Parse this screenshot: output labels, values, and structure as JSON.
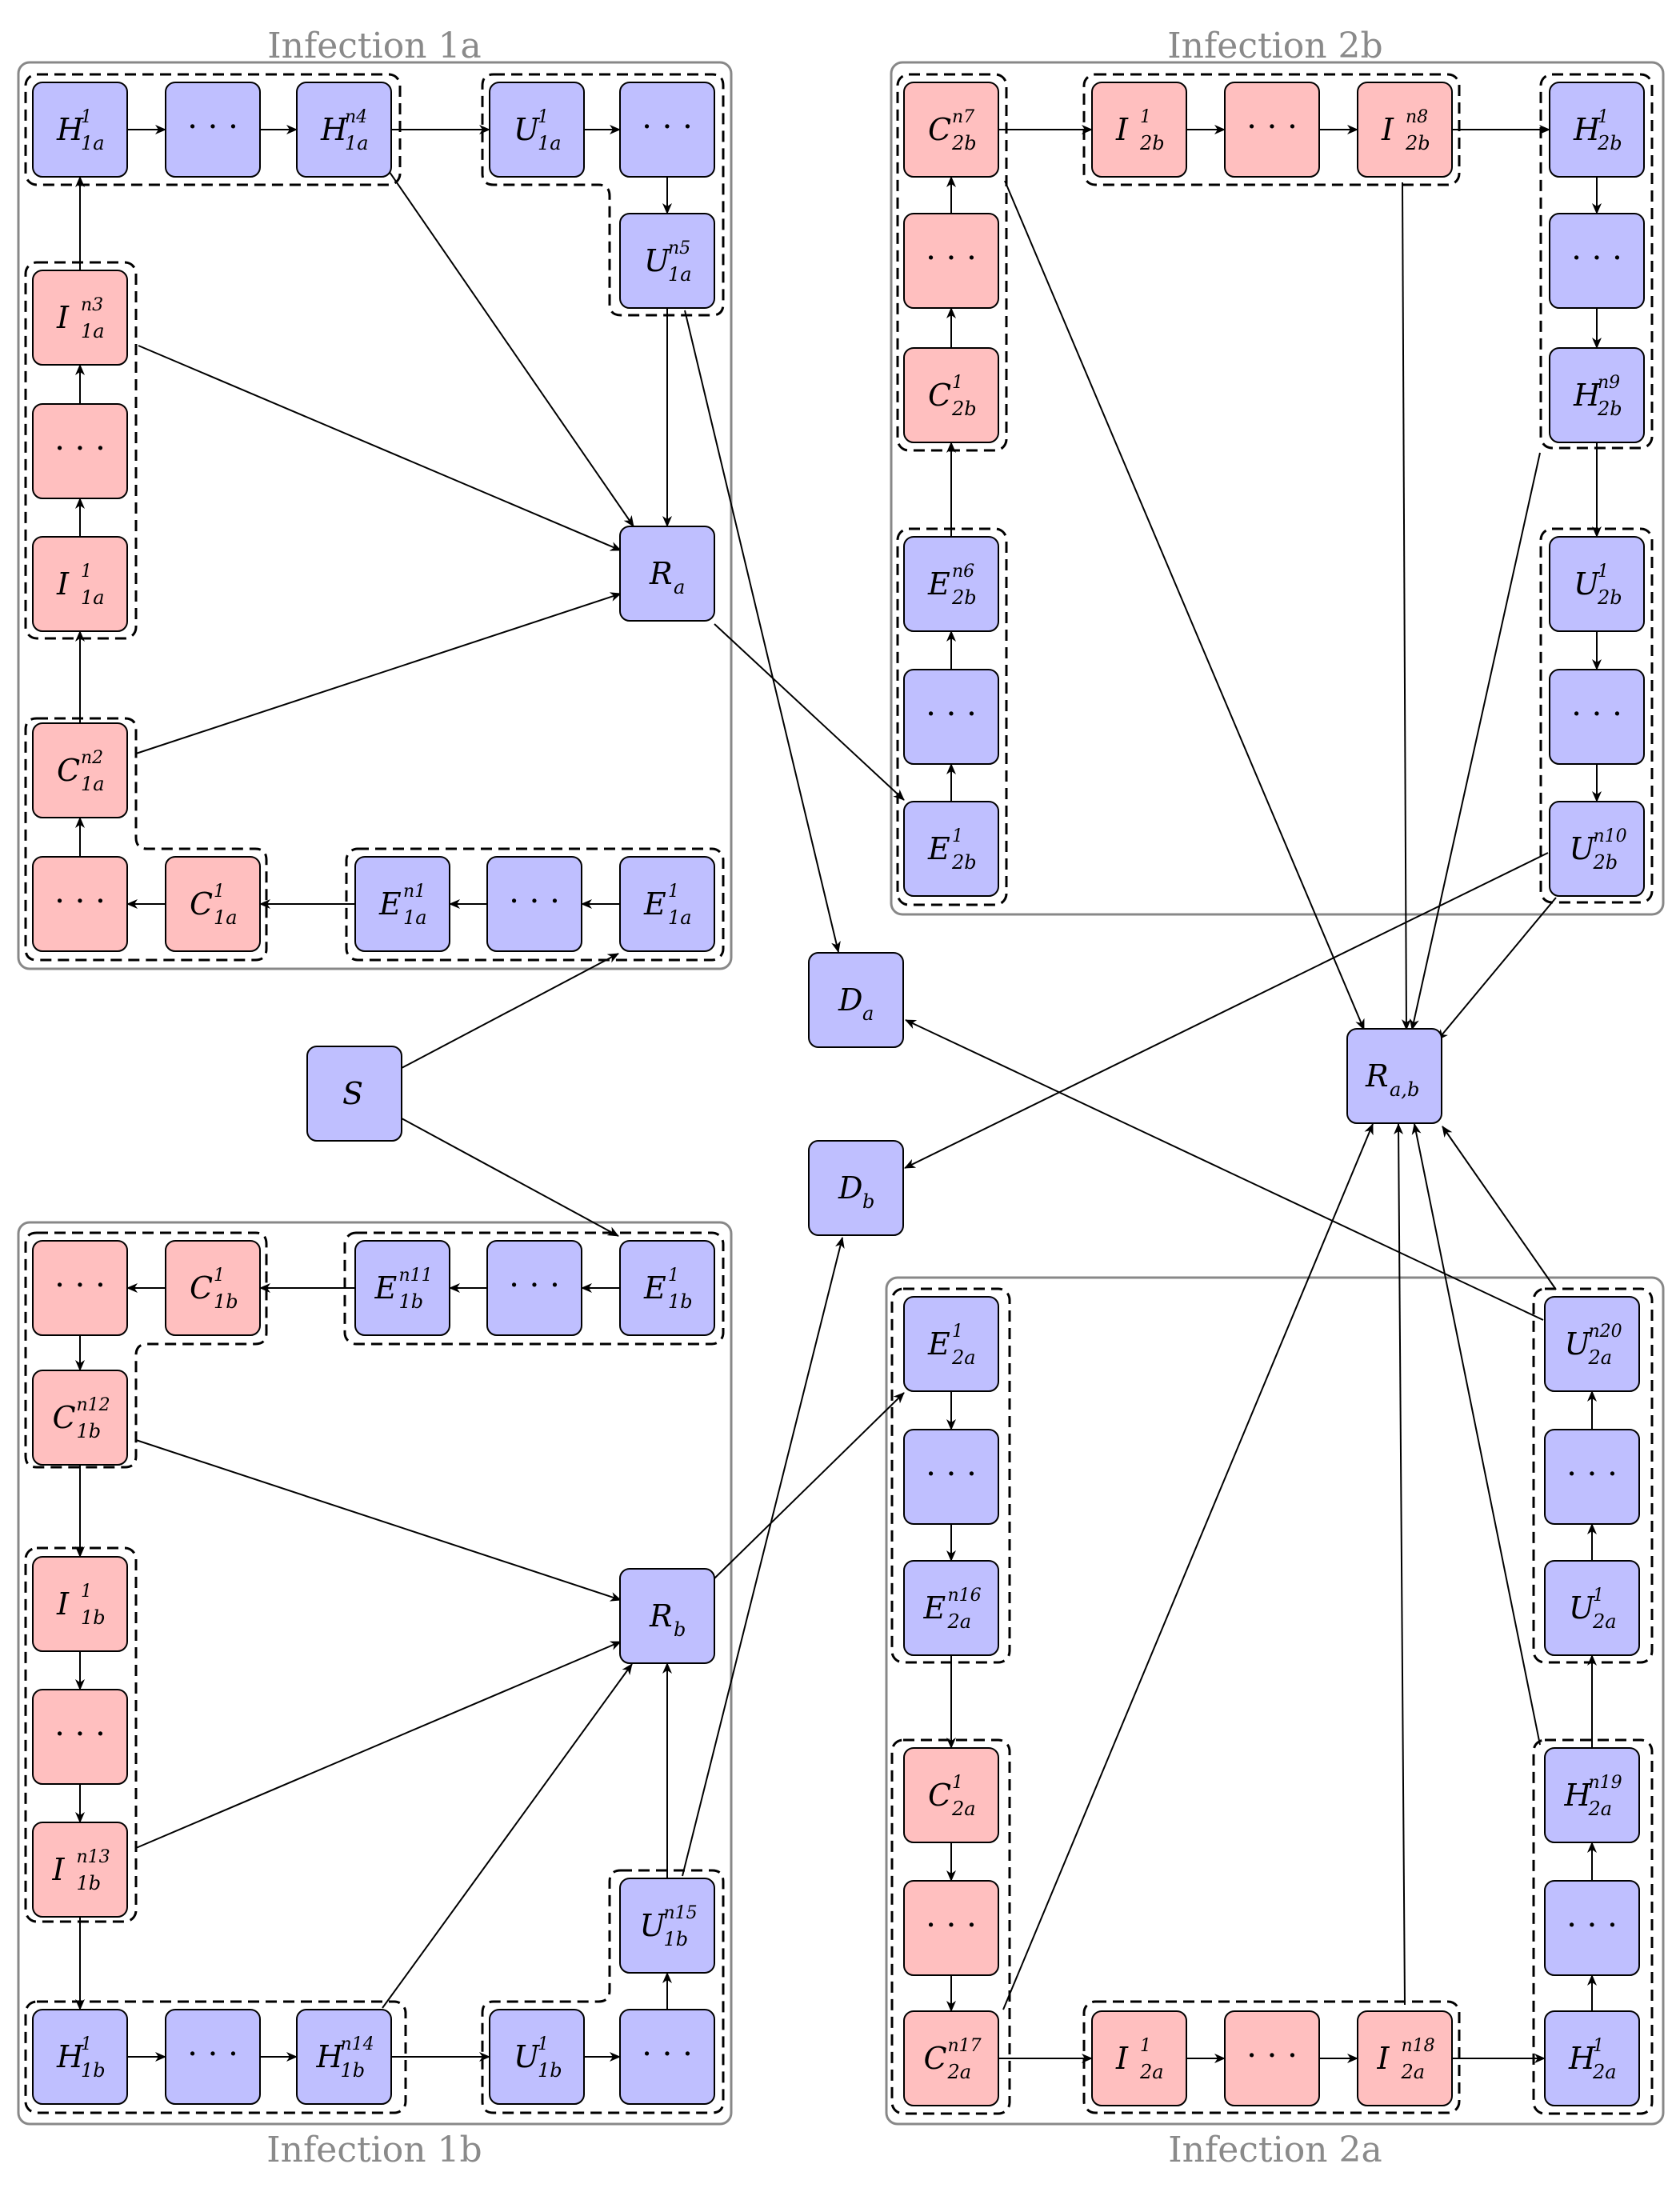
{
  "panels": {
    "inf1a": {
      "title": "Infection 1a"
    },
    "inf2b": {
      "title": "Infection 2b"
    },
    "inf1b": {
      "title": "Infection 1b"
    },
    "inf2a": {
      "title": "Infection 2a"
    }
  },
  "colors": {
    "blue_node": "#bfbfff",
    "red_node": "#ffbfbf",
    "panel_border": "#888888",
    "title_text": "#8a8a8a"
  },
  "nodes": [
    {
      "id": "H1a1",
      "color": "blue",
      "main": "H",
      "sub": "1a",
      "sup": "1"
    },
    {
      "id": "H1a_dots",
      "color": "blue",
      "dots": "· · ·"
    },
    {
      "id": "H1an",
      "color": "blue",
      "main": "H",
      "sub": "1a",
      "sup": "n4"
    },
    {
      "id": "U1a1",
      "color": "blue",
      "main": "U",
      "sub": "1a",
      "sup": "1"
    },
    {
      "id": "U1a_dots",
      "color": "blue",
      "dots": "· · ·"
    },
    {
      "id": "U1an",
      "color": "blue",
      "main": "U",
      "sub": "1a",
      "sup": "n5"
    },
    {
      "id": "I1an",
      "color": "red",
      "main": "I",
      "sub": "1a",
      "sup": "n3"
    },
    {
      "id": "I1a_dots",
      "color": "red",
      "dots": "· · ·"
    },
    {
      "id": "I1a1",
      "color": "red",
      "main": "I",
      "sub": "1a",
      "sup": "1"
    },
    {
      "id": "Ra",
      "color": "blue",
      "main": "R",
      "sub": "a",
      "sup": ""
    },
    {
      "id": "C1an",
      "color": "red",
      "main": "C",
      "sub": "1a",
      "sup": "n2"
    },
    {
      "id": "C1a_dots",
      "color": "red",
      "dots": "· · ·"
    },
    {
      "id": "C1a1",
      "color": "red",
      "main": "C",
      "sub": "1a",
      "sup": "1"
    },
    {
      "id": "E1an",
      "color": "blue",
      "main": "E",
      "sub": "1a",
      "sup": "n1"
    },
    {
      "id": "E1a_dots",
      "color": "blue",
      "dots": "· · ·"
    },
    {
      "id": "E1a1",
      "color": "blue",
      "main": "E",
      "sub": "1a",
      "sup": "1"
    },
    {
      "id": "C2bn",
      "color": "red",
      "main": "C",
      "sub": "2b",
      "sup": "n7"
    },
    {
      "id": "C2b_dots",
      "color": "red",
      "dots": "· · ·"
    },
    {
      "id": "C2b1",
      "color": "red",
      "main": "C",
      "sub": "2b",
      "sup": "1"
    },
    {
      "id": "E2bn",
      "color": "blue",
      "main": "E",
      "sub": "2b",
      "sup": "n6"
    },
    {
      "id": "E2b_dots",
      "color": "blue",
      "dots": "· · ·"
    },
    {
      "id": "E2b1",
      "color": "blue",
      "main": "E",
      "sub": "2b",
      "sup": "1"
    },
    {
      "id": "I2b1",
      "color": "red",
      "main": "I",
      "sub": "2b",
      "sup": "1"
    },
    {
      "id": "I2b_dots",
      "color": "red",
      "dots": "· · ·"
    },
    {
      "id": "I2bn",
      "color": "red",
      "main": "I",
      "sub": "2b",
      "sup": "n8"
    },
    {
      "id": "H2b1",
      "color": "blue",
      "main": "H",
      "sub": "2b",
      "sup": "1"
    },
    {
      "id": "H2b_dots",
      "color": "blue",
      "dots": "· · ·"
    },
    {
      "id": "H2bn",
      "color": "blue",
      "main": "H",
      "sub": "2b",
      "sup": "n9"
    },
    {
      "id": "U2b1",
      "color": "blue",
      "main": "U",
      "sub": "2b",
      "sup": "1"
    },
    {
      "id": "U2b_dots",
      "color": "blue",
      "dots": "· · ·"
    },
    {
      "id": "U2bn",
      "color": "blue",
      "main": "U",
      "sub": "2b",
      "sup": "n10"
    },
    {
      "id": "Da",
      "color": "blue",
      "main": "D",
      "sub": "a",
      "sup": ""
    },
    {
      "id": "Db",
      "color": "blue",
      "main": "D",
      "sub": "b",
      "sup": ""
    },
    {
      "id": "S",
      "color": "blue",
      "main": "S",
      "sub": "",
      "sup": ""
    },
    {
      "id": "Rab",
      "color": "blue",
      "main": "R",
      "sub": "a,b",
      "sup": ""
    },
    {
      "id": "C1b_dots",
      "color": "red",
      "dots": "· · ·"
    },
    {
      "id": "C1b1",
      "color": "red",
      "main": "C",
      "sub": "1b",
      "sup": "1"
    },
    {
      "id": "E1bn",
      "color": "blue",
      "main": "E",
      "sub": "1b",
      "sup": "n11"
    },
    {
      "id": "E1b_dots",
      "color": "blue",
      "dots": "· · ·"
    },
    {
      "id": "E1b1",
      "color": "blue",
      "main": "E",
      "sub": "1b",
      "sup": "1"
    },
    {
      "id": "C1bn",
      "color": "red",
      "main": "C",
      "sub": "1b",
      "sup": "n12"
    },
    {
      "id": "I1b1",
      "color": "red",
      "main": "I",
      "sub": "1b",
      "sup": "1"
    },
    {
      "id": "I1b_dots",
      "color": "red",
      "dots": "· · ·"
    },
    {
      "id": "I1bn",
      "color": "red",
      "main": "I",
      "sub": "1b",
      "sup": "n13"
    },
    {
      "id": "Rb",
      "color": "blue",
      "main": "R",
      "sub": "b",
      "sup": ""
    },
    {
      "id": "U1bn",
      "color": "blue",
      "main": "U",
      "sub": "1b",
      "sup": "n15"
    },
    {
      "id": "H1b1",
      "color": "blue",
      "main": "H",
      "sub": "1b",
      "sup": "1"
    },
    {
      "id": "H1b_dots",
      "color": "blue",
      "dots": "· · ·"
    },
    {
      "id": "H1bn",
      "color": "blue",
      "main": "H",
      "sub": "1b",
      "sup": "n14"
    },
    {
      "id": "U1b1",
      "color": "blue",
      "main": "U",
      "sub": "1b",
      "sup": "1"
    },
    {
      "id": "U1b_dots",
      "color": "blue",
      "dots": "· · ·"
    },
    {
      "id": "E2a1",
      "color": "blue",
      "main": "E",
      "sub": "2a",
      "sup": "1"
    },
    {
      "id": "E2a_dots",
      "color": "blue",
      "dots": "· · ·"
    },
    {
      "id": "E2an",
      "color": "blue",
      "main": "E",
      "sub": "2a",
      "sup": "n16"
    },
    {
      "id": "C2a1",
      "color": "red",
      "main": "C",
      "sub": "2a",
      "sup": "1"
    },
    {
      "id": "C2a_dots",
      "color": "red",
      "dots": "· · ·"
    },
    {
      "id": "C2an",
      "color": "red",
      "main": "C",
      "sub": "2a",
      "sup": "n17"
    },
    {
      "id": "I2a1",
      "color": "red",
      "main": "I",
      "sub": "2a",
      "sup": "1"
    },
    {
      "id": "I2a_dots",
      "color": "red",
      "dots": "· · ·"
    },
    {
      "id": "I2an",
      "color": "red",
      "main": "I",
      "sub": "2a",
      "sup": "n18"
    },
    {
      "id": "H2a1",
      "color": "blue",
      "main": "H",
      "sub": "2a",
      "sup": "1"
    },
    {
      "id": "H2a_dots",
      "color": "blue",
      "dots": "· · ·"
    },
    {
      "id": "H2an",
      "color": "blue",
      "main": "H",
      "sub": "2a",
      "sup": "n19"
    },
    {
      "id": "U2a1",
      "color": "blue",
      "main": "U",
      "sub": "2a",
      "sup": "1"
    },
    {
      "id": "U2a_dots",
      "color": "blue",
      "dots": "· · ·"
    },
    {
      "id": "U2an",
      "color": "blue",
      "main": "U",
      "sub": "2a",
      "sup": "n20"
    }
  ],
  "edges": [
    [
      "H1a1",
      "H1a_dots"
    ],
    [
      "H1a_dots",
      "H1an"
    ],
    [
      "H1an",
      "U1a1"
    ],
    [
      "U1a1",
      "U1a_dots"
    ],
    [
      "U1a_dots",
      "U1an"
    ],
    [
      "U1an",
      "Ra"
    ],
    [
      "U1an",
      "Da"
    ],
    [
      "H1an",
      "Ra"
    ],
    [
      "I1a1",
      "I1a_dots"
    ],
    [
      "I1a_dots",
      "I1an"
    ],
    [
      "I1an",
      "H1a1"
    ],
    [
      "I1an",
      "Ra"
    ],
    [
      "C1an",
      "I1a1"
    ],
    [
      "C1an",
      "Ra"
    ],
    [
      "C1a_dots",
      "C1an"
    ],
    [
      "C1a1",
      "C1a_dots"
    ],
    [
      "E1an",
      "C1a1"
    ],
    [
      "E1a_dots",
      "E1an"
    ],
    [
      "E1a1",
      "E1a_dots"
    ],
    [
      "Ra",
      "E2b1"
    ],
    [
      "E2b1",
      "E2b_dots"
    ],
    [
      "E2b_dots",
      "E2bn"
    ],
    [
      "E2bn",
      "C2b1"
    ],
    [
      "C2b1",
      "C2b_dots"
    ],
    [
      "C2b_dots",
      "C2bn"
    ],
    [
      "C2bn",
      "I2b1"
    ],
    [
      "I2b1",
      "I2b_dots"
    ],
    [
      "I2b_dots",
      "I2bn"
    ],
    [
      "I2bn",
      "H2b1"
    ],
    [
      "H2b1",
      "H2b_dots"
    ],
    [
      "H2b_dots",
      "H2bn"
    ],
    [
      "H2bn",
      "U2b1"
    ],
    [
      "U2b1",
      "U2b_dots"
    ],
    [
      "U2b_dots",
      "U2bn"
    ],
    [
      "C2bn",
      "Rab"
    ],
    [
      "I2bn",
      "Rab"
    ],
    [
      "H2bn",
      "Rab"
    ],
    [
      "U2bn",
      "Rab"
    ],
    [
      "U2bn",
      "Db"
    ],
    [
      "S",
      "E1a1"
    ],
    [
      "S",
      "E1b1"
    ],
    [
      "E1b1",
      "E1b_dots"
    ],
    [
      "E1b_dots",
      "E1bn"
    ],
    [
      "E1bn",
      "C1b1"
    ],
    [
      "C1b1",
      "C1b_dots"
    ],
    [
      "C1b_dots",
      "C1bn"
    ],
    [
      "C1bn",
      "I1b1"
    ],
    [
      "C1bn",
      "Rb"
    ],
    [
      "I1b1",
      "I1b_dots"
    ],
    [
      "I1b_dots",
      "I1bn"
    ],
    [
      "I1bn",
      "H1b1"
    ],
    [
      "I1bn",
      "Rb"
    ],
    [
      "H1b1",
      "H1b_dots"
    ],
    [
      "H1b_dots",
      "H1bn"
    ],
    [
      "H1bn",
      "U1b1"
    ],
    [
      "H1bn",
      "Rb"
    ],
    [
      "U1b1",
      "U1b_dots"
    ],
    [
      "U1b_dots",
      "U1bn"
    ],
    [
      "U1bn",
      "Rb"
    ],
    [
      "U1bn",
      "Db"
    ],
    [
      "Rb",
      "E2a1"
    ],
    [
      "E2a1",
      "E2a_dots"
    ],
    [
      "E2a_dots",
      "E2an"
    ],
    [
      "E2an",
      "C2a1"
    ],
    [
      "C2a1",
      "C2a_dots"
    ],
    [
      "C2a_dots",
      "C2an"
    ],
    [
      "C2an",
      "I2a1"
    ],
    [
      "I2a1",
      "I2a_dots"
    ],
    [
      "I2a_dots",
      "I2an"
    ],
    [
      "I2an",
      "H2a1"
    ],
    [
      "H2a1",
      "H2a_dots"
    ],
    [
      "H2a_dots",
      "H2an"
    ],
    [
      "H2an",
      "U2a1"
    ],
    [
      "U2a1",
      "U2a_dots"
    ],
    [
      "U2a_dots",
      "U2an"
    ],
    [
      "C2an",
      "Rab"
    ],
    [
      "I2an",
      "Rab"
    ],
    [
      "H2an",
      "Rab"
    ],
    [
      "U2an",
      "Rab"
    ],
    [
      "U2an",
      "Da"
    ]
  ]
}
